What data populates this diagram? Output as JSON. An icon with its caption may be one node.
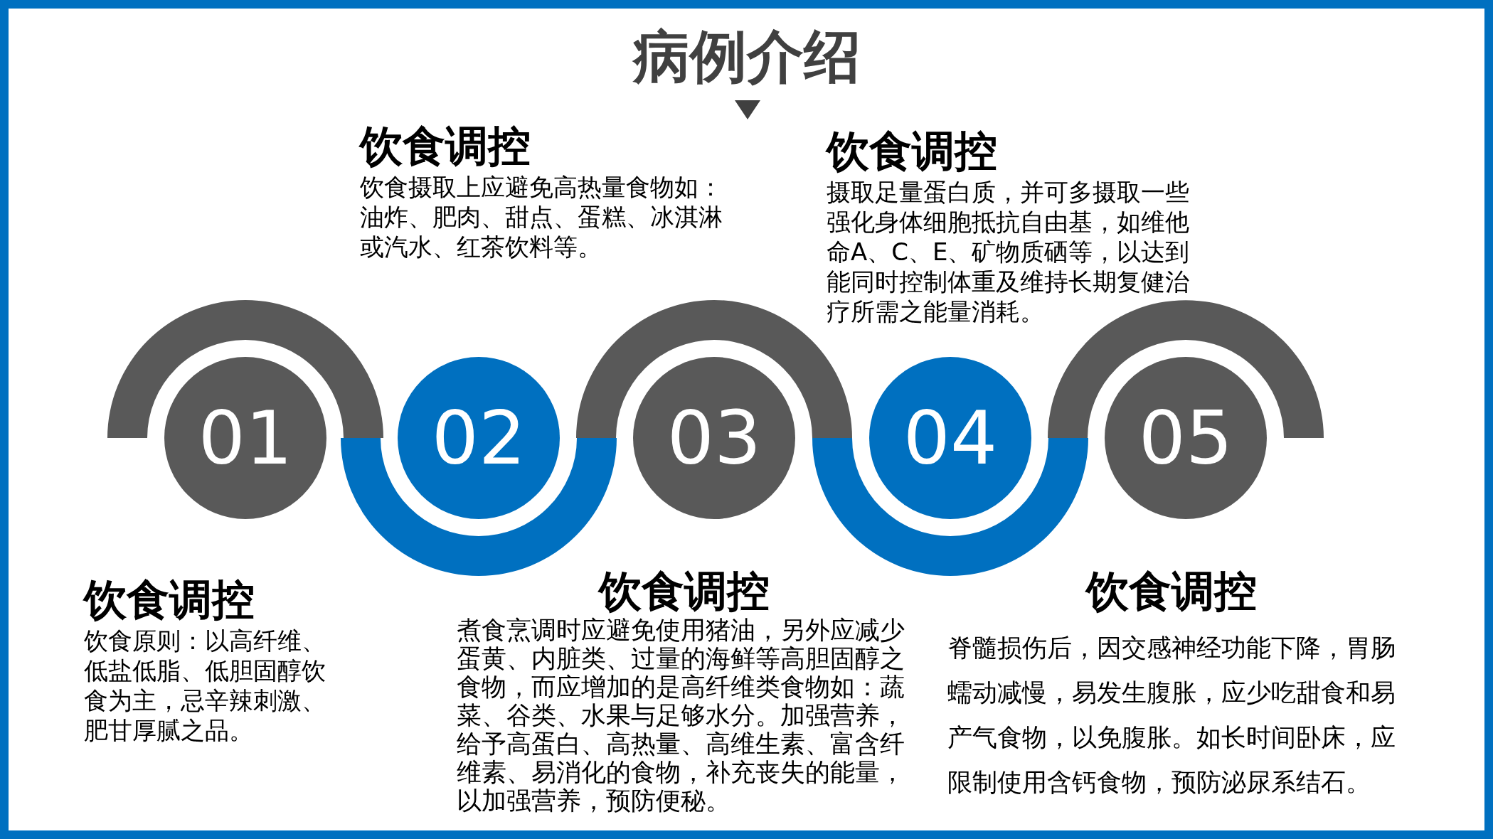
{
  "diagram": {
    "title": "病例介绍",
    "nodes": [
      {
        "text": [
          "01"
        ]
      },
      {
        "text": [
          "02"
        ]
      },
      {
        "text": [
          "03"
        ]
      },
      {
        "text": [
          "04"
        ]
      },
      {
        "text": [
          "05"
        ]
      }
    ],
    "labels": [
      "饮食调控",
      "饮食摄取上应避免高热量食物如：油炸、肥肉、甜点、蛋糕、冰淇淋或汽水、红茶饮料等。",
      "饮食调控",
      "摄取足量蛋白质，并可多摄取一些强化身体细胞抵抗自由基，如维他命A、C、E、矿物质硒等，以达到能同时控制体重及维持长期复健治疗所需之能量消耗。",
      "饮食调控",
      "饮食原则：以高纤维、低盐低脂、低胆固醇饮食为主，忌辛辣刺激、肥甘厚腻之品。",
      "饮食调控",
      "煮食烹调时应避免使用猪油，另外应减少蛋黄、内脏类、过量的海鲜等高胆固醇之食物，而应增加的是高纤维类食物如：蔬菜、谷类、水果与足够水分。加强营养，给予高蛋白、高热量、高维生素、富含纤维素、易消化的食物，补充丧失的能量，以加强营养，预防便秘。",
      "饮食调控",
      "脊髓损伤后，因交感神经功能下降，胃肠蠕动减慢，易发生腹胀，应少吃甜食和易产气食物，以免腹胀。如长时间卧床，应限制使用含钙食物，预防泌尿系结石。"
    ]
  }
}
